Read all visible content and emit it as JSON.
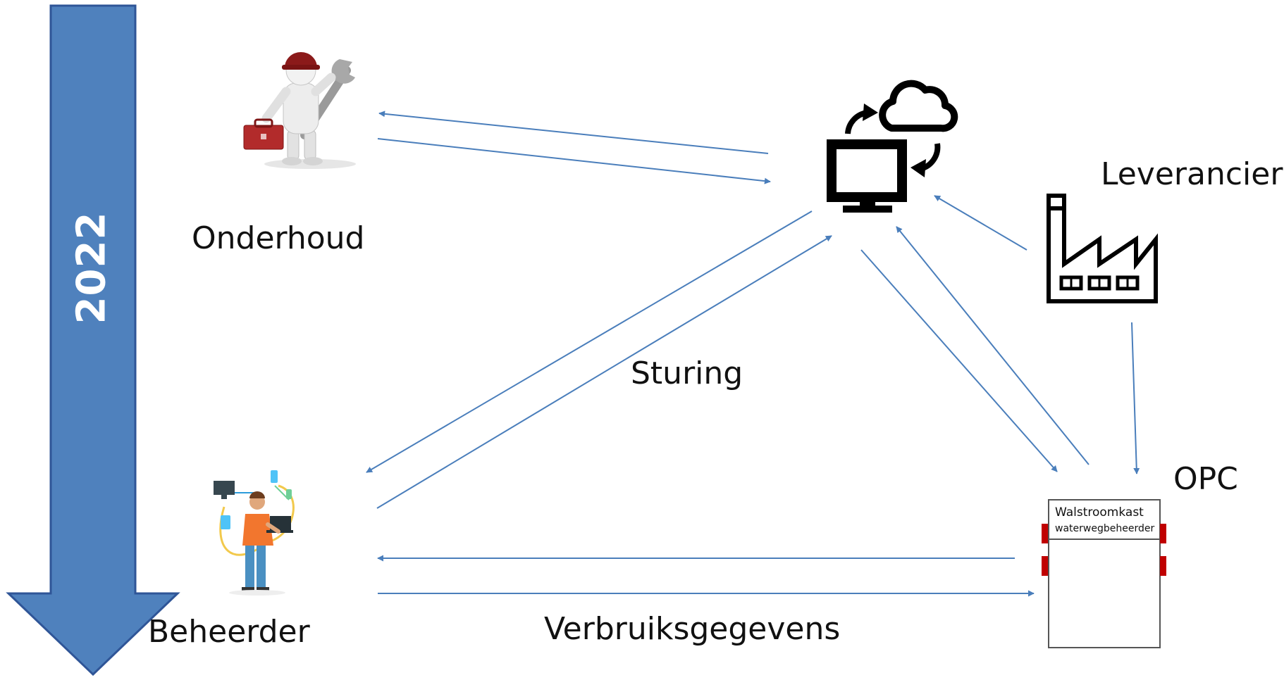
{
  "diagram": {
    "year_label": "2022",
    "nodes": {
      "onderhoud": {
        "label": "Onderhoud"
      },
      "beheerder": {
        "label": "Beheerder"
      },
      "leverancier": {
        "label": "Leverancier"
      },
      "opc": {
        "label": "OPC"
      },
      "walstroomkast": {
        "title": "Walstroomkast",
        "subtitle": "waterwegbeheerder"
      }
    },
    "edge_labels": {
      "sturing": "Sturing",
      "verbruiksgegevens": "Verbruiksgegevens"
    },
    "colors": {
      "timeline_arrow": "#4f81bd",
      "timeline_border": "#2f5597",
      "edge": "#4a7ebb",
      "cabinet_connector": "#c00000"
    }
  }
}
